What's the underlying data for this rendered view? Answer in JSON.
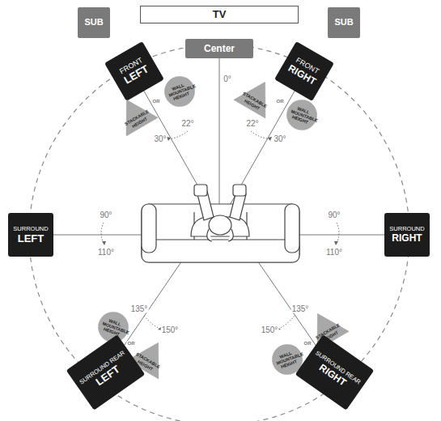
{
  "diagram": {
    "nodes": [
      {
        "text": [
          "TV"
        ]
      },
      {
        "text": [
          "SUB"
        ]
      },
      {
        "text": [
          "SUB"
        ]
      },
      {
        "text": [
          "Center"
        ]
      },
      {
        "text": [
          "FRONT",
          "LEFT"
        ]
      },
      {
        "text": [
          "FRONT",
          "RIGHT"
        ]
      },
      {
        "text": [
          "WALL MOUNTABLE HEIGHT"
        ]
      },
      {
        "text": [
          "STACKABLE HEIGHT"
        ]
      },
      {
        "text": [
          "STACKABLE HEIGHT"
        ]
      },
      {
        "text": [
          "WALL MOUNTABLE HEIGHT"
        ]
      },
      {
        "text": [
          "SURROUND",
          "LEFT"
        ]
      },
      {
        "text": [
          "SURROUND",
          "RIGHT"
        ]
      },
      {
        "text": [
          "WALL MOUNTABLE HEIGHT"
        ]
      },
      {
        "text": [
          "STACKABLE HEIGHT"
        ]
      },
      {
        "text": [
          "WALL MOUNTABLE HEIGHT"
        ]
      },
      {
        "text": [
          "STACKABLE HEIGHT"
        ]
      },
      {
        "text": [
          "SURROUND REAR",
          "LEFT"
        ]
      },
      {
        "text": [
          "SURROUND REAR",
          "RIGHT"
        ]
      }
    ],
    "labels": [
      "0°",
      "22°",
      "30°",
      "22°",
      "30°",
      "90°",
      "110°",
      "90°",
      "110°",
      "135°",
      "150°",
      "135°",
      "150°",
      "OR",
      "OR",
      "OR",
      "OR"
    ]
  }
}
